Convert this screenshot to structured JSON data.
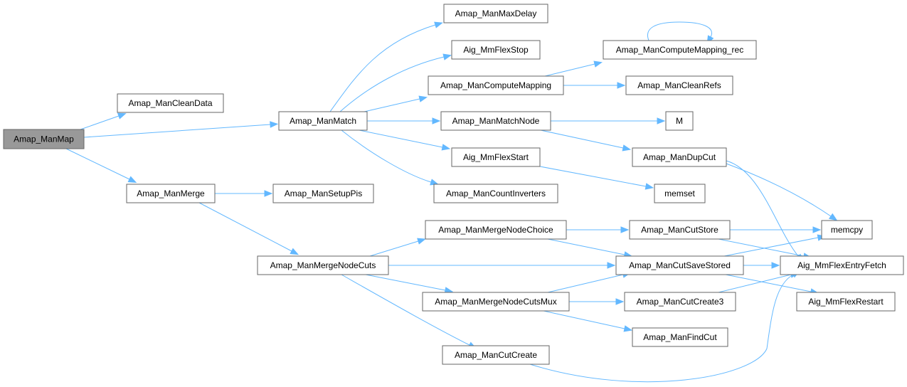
{
  "colors": {
    "edge": "#63b8ff",
    "node_border": "#666666",
    "root_fill": "#999999",
    "node_fill": "#ffffff"
  },
  "nodes": {
    "n0": "Amap_ManMap",
    "n1": "Amap_ManCleanData",
    "n2": "Amap_ManMatch",
    "n3": "Amap_ManMerge",
    "n4": "Amap_ManMaxDelay",
    "n5": "Aig_MmFlexStop",
    "n6": "Amap_ManComputeMapping",
    "n7": "Amap_ManMatchNode",
    "n8": "Aig_MmFlexStart",
    "n9": "Amap_ManCountInverters",
    "n10": "Amap_ManSetupPis",
    "n11": "Amap_ManMergeNodeCuts",
    "n12": "Amap_ManComputeMapping_rec",
    "n13": "Amap_ManCleanRefs",
    "n14": "M",
    "n15": "Amap_ManDupCut",
    "n16": "memset",
    "n17": "Amap_ManMergeNodeChoice",
    "n18": "Amap_ManMergeNodeCutsMux",
    "n19": "Amap_ManCutCreate",
    "n20": "Amap_ManCutStore",
    "n21": "Amap_ManCutSaveStored",
    "n22": "Amap_ManCutCreate3",
    "n23": "Amap_ManFindCut",
    "n24": "memcpy",
    "n25": "Aig_MmFlexEntryFetch",
    "n26": "Aig_MmFlexRestart"
  }
}
